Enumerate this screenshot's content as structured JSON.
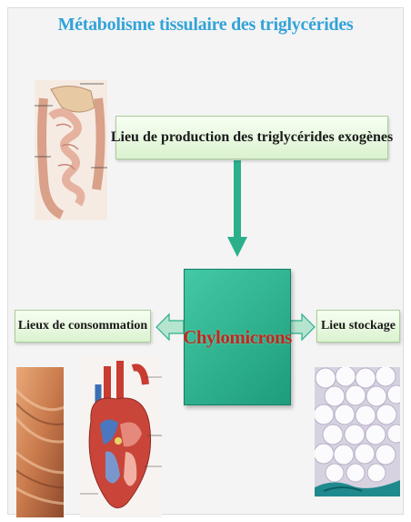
{
  "title": "Métabolisme tissulaire des triglycérides",
  "nodes": {
    "production": "Lieu de production des triglycérides exogènes",
    "central": "Chylomicrons",
    "consommation": "Lieux de consommation",
    "stockage": "Lieu stockage"
  },
  "icons": [
    "intestine-illustration",
    "muscle-photo",
    "heart-illustration",
    "adipose-tissue-micrograph"
  ],
  "colors": {
    "title": "#33a3d8",
    "central_fill": "#2bb08c",
    "central_text": "#c0281c",
    "box_fill": "#e6f6dc",
    "arrow": "#2bb08c"
  }
}
